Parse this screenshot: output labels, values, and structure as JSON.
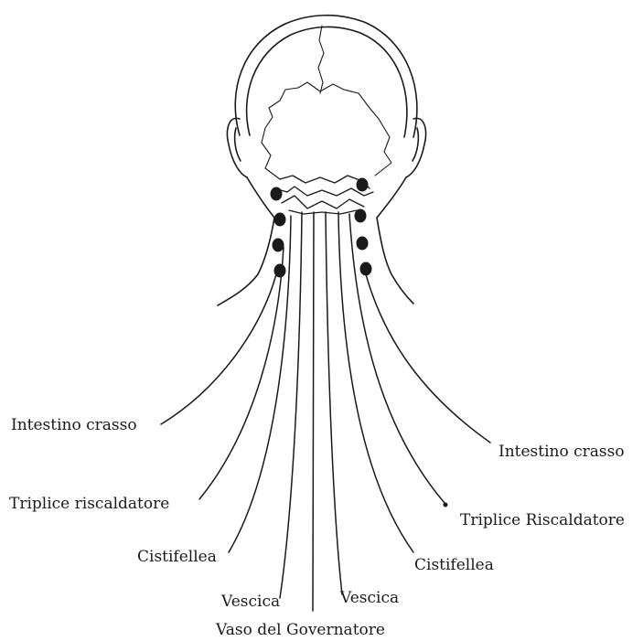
{
  "labels": {
    "left_intestino": "Intestino crasso",
    "left_triplice": "Triplice riscaldatore",
    "left_cistifellea": "Cistifellea",
    "left_vescica": "Vescica",
    "governatore": "Vaso del Governatore",
    "right_vescica": "Vescica",
    "right_cistifellea": "Cistifellea",
    "right_triplice": "Triplice Riscaldatore",
    "right_intestino": "Intestino crasso"
  },
  "colors": {
    "ink": "#1a1a1a",
    "paper": "#ffffff"
  }
}
